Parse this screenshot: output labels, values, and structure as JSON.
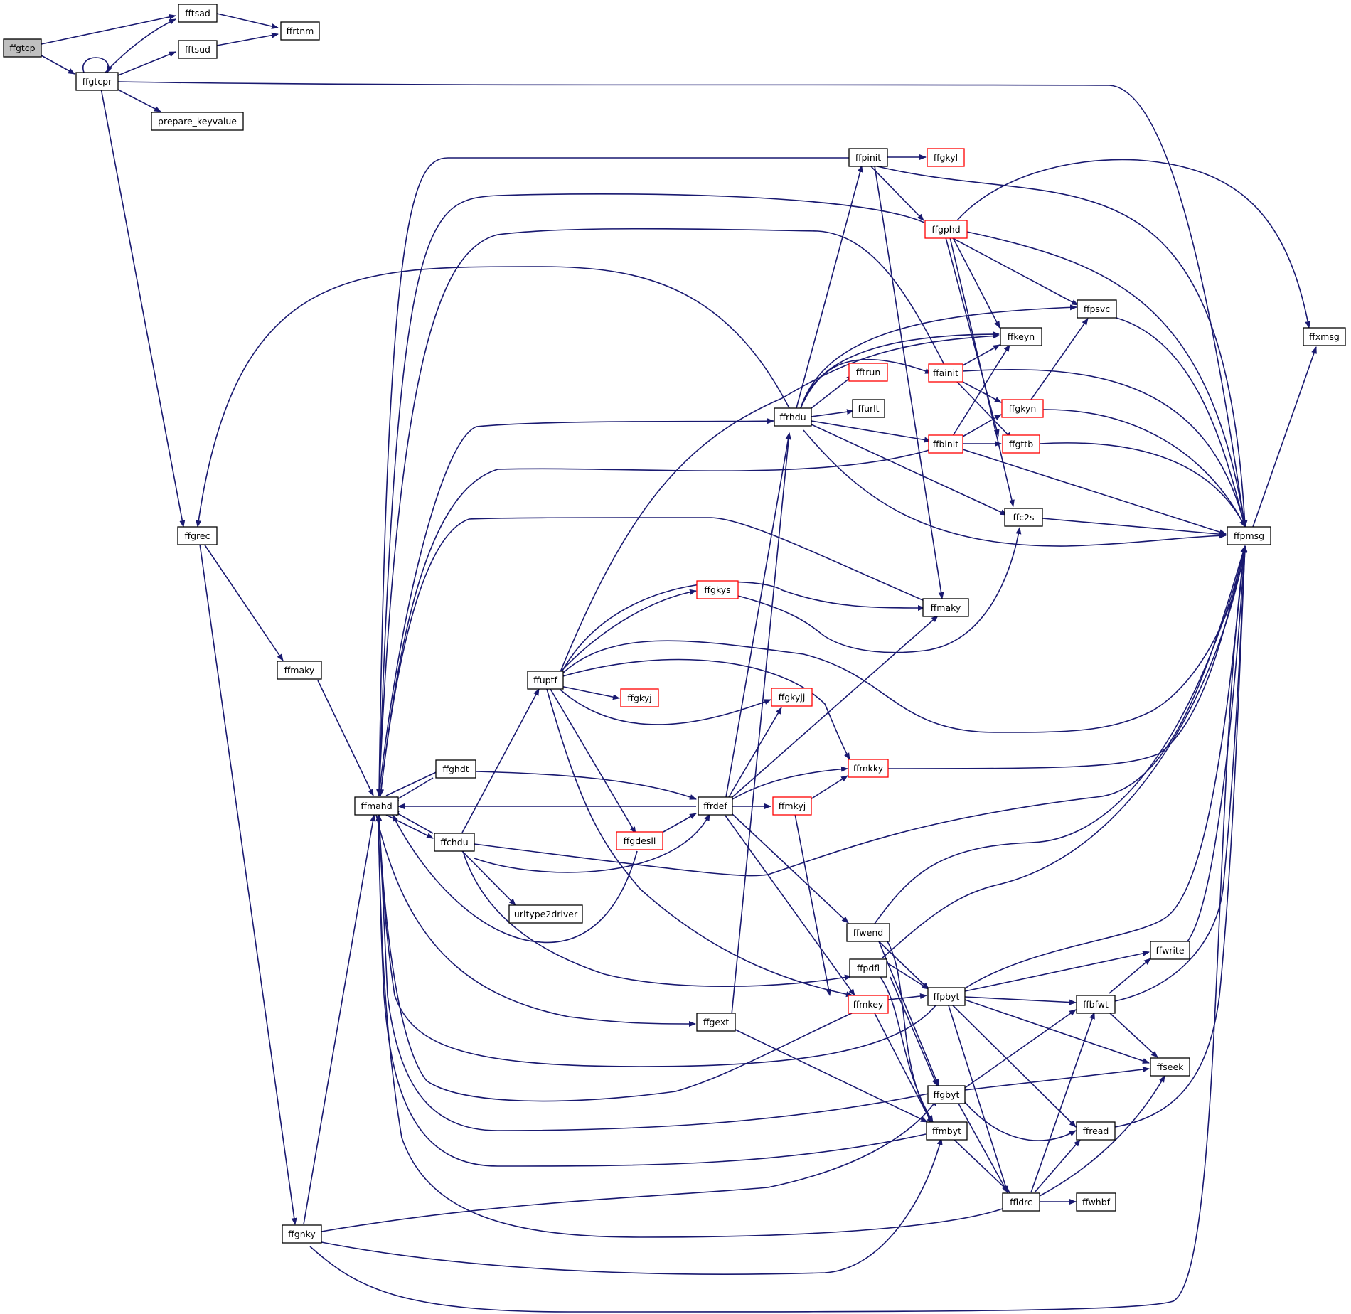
{
  "nodes": {
    "ffgtcp": {
      "label": "ffgtcp"
    },
    "fftsad": {
      "label": "fftsad"
    },
    "fftsud": {
      "label": "fftsud"
    },
    "ffrtnm": {
      "label": "ffrtnm"
    },
    "ffgtcpr": {
      "label": "ffgtcpr"
    },
    "prepare_keyvalue": {
      "label": "prepare_keyvalue"
    },
    "ffgrec": {
      "label": "ffgrec"
    },
    "ffmaky1": {
      "label": "ffmaky"
    },
    "ffgnky": {
      "label": "ffgnky"
    },
    "ffmahd": {
      "label": "ffmahd"
    },
    "ffghdt": {
      "label": "ffghdt"
    },
    "ffchdu": {
      "label": "ffchdu"
    },
    "urltype2driver": {
      "label": "urltype2driver"
    },
    "ffuptf": {
      "label": "ffuptf"
    },
    "ffgkyj": {
      "label": "ffgkyj"
    },
    "ffgkys": {
      "label": "ffgkys"
    },
    "ffgkyjj": {
      "label": "ffgkyjj"
    },
    "ffgdesll": {
      "label": "ffgdesll"
    },
    "ffrdef": {
      "label": "ffrdef"
    },
    "ffmkyj": {
      "label": "ffmkyj"
    },
    "ffmkky": {
      "label": "ffmkky"
    },
    "ffgext": {
      "label": "ffgext"
    },
    "ffpinit": {
      "label": "ffpinit"
    },
    "ffgkyl": {
      "label": "ffgkyl"
    },
    "ffgphd": {
      "label": "ffgphd"
    },
    "ffrhdu": {
      "label": "ffrhdu"
    },
    "fftrun": {
      "label": "fftrun"
    },
    "ffurlt": {
      "label": "ffurlt"
    },
    "ffainit": {
      "label": "ffainit"
    },
    "ffbinit": {
      "label": "ffbinit"
    },
    "ffkeyn": {
      "label": "ffkeyn"
    },
    "ffpsvc": {
      "label": "ffpsvc"
    },
    "ffgkyn": {
      "label": "ffgkyn"
    },
    "ffgttb": {
      "label": "ffgttb"
    },
    "ffc2s": {
      "label": "ffc2s"
    },
    "ffmaky2": {
      "label": "ffmaky"
    },
    "ffpmsg": {
      "label": "ffpmsg"
    },
    "ffxmsg": {
      "label": "ffxmsg"
    },
    "ffwend": {
      "label": "ffwend"
    },
    "ffpdfl": {
      "label": "ffpdfl"
    },
    "ffmkey": {
      "label": "ffmkey"
    },
    "ffpbyt": {
      "label": "ffpbyt"
    },
    "ffgbyt": {
      "label": "ffgbyt"
    },
    "ffmbyt": {
      "label": "ffmbyt"
    },
    "ffwrite": {
      "label": "ffwrite"
    },
    "ffbfwt": {
      "label": "ffbfwt"
    },
    "ffseek": {
      "label": "ffseek"
    },
    "ffread": {
      "label": "ffread"
    },
    "ffldrc": {
      "label": "ffldrc"
    },
    "ffwhbf": {
      "label": "ffwhbf"
    }
  },
  "colors": {
    "edge": "#191970",
    "node_border": "#000000",
    "node_border_incomplete": "#ff0000",
    "root_fill": "#bfbfbf",
    "background": "#ffffff"
  }
}
